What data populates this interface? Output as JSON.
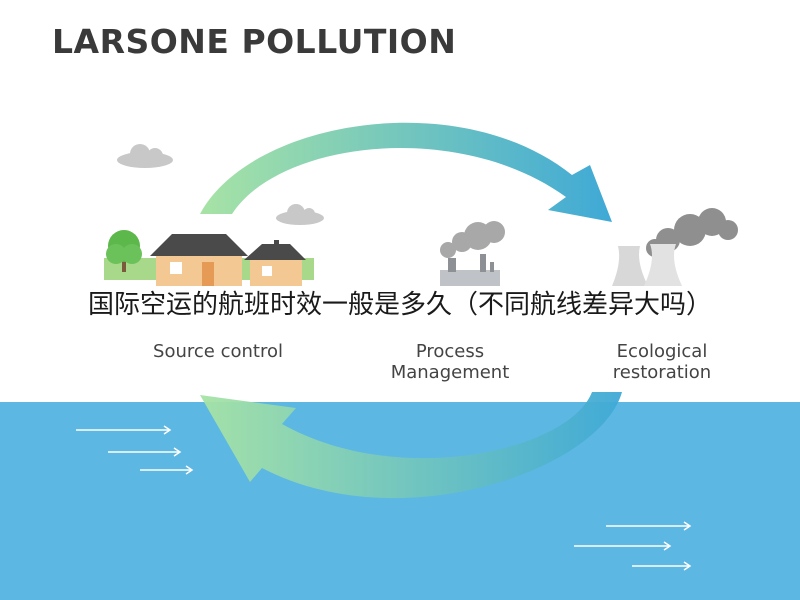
{
  "title": "LARSONE POLLUTION",
  "caption": "国际空运的航班时效一般是多久（不同航线差异大吗）",
  "stages": [
    {
      "label": "Source control"
    },
    {
      "label": "Process\nManagement"
    },
    {
      "label": "Ecological\nrestoration"
    }
  ],
  "colors": {
    "title": "#3a3a3a",
    "water": "#5cb7e3",
    "arrow_green": "#8fd89a",
    "arrow_blue": "#3fa9d6"
  },
  "icons": [
    "cloud-icon",
    "tree-icon",
    "house-icon",
    "factory-icon",
    "power-plant-icon",
    "wind-arrow-icon"
  ]
}
